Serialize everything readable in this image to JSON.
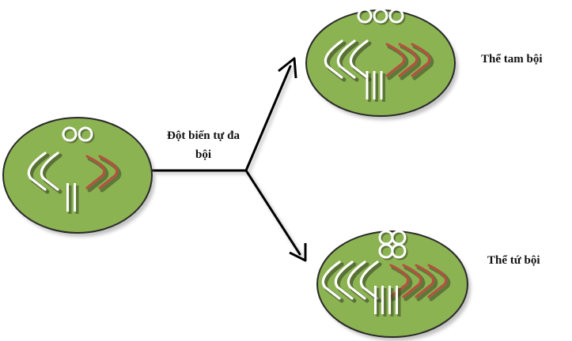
{
  "labels": {
    "arrow_line1": "Đột biến tự đa",
    "arrow_line2": "bội",
    "triploid": "Thể tam bội",
    "tetraploid": "Thể tứ bội"
  },
  "cells": [
    {
      "id": "diploid",
      "ploidy": 2
    },
    {
      "id": "triploid",
      "ploidy": 3
    },
    {
      "id": "tetraploid",
      "ploidy": 4
    }
  ],
  "colors": {
    "cell_fill": "#8cb352",
    "cell_stroke": "#2a2a2a",
    "chromosome_white": "#ffffff",
    "chromosome_red": "#b5523f",
    "chromosome_shadow": "#2f3b21",
    "arrow": "#000000"
  },
  "icons": {
    "arrow": "arrow-icon",
    "chromosome_c": "c-chromosome-icon",
    "chromosome_rod": "rod-chromosome-icon",
    "chromosome_ring": "ring-chromosome-icon"
  }
}
